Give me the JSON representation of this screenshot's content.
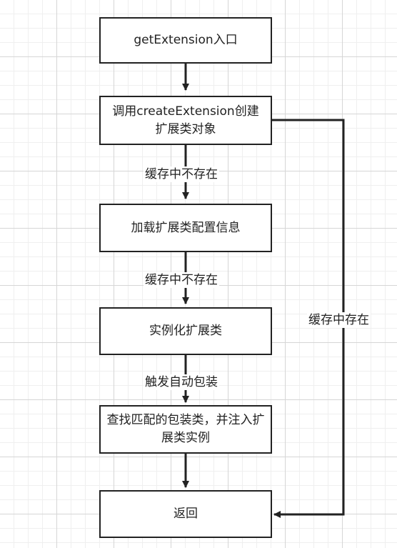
{
  "nodes": [
    {
      "id": "entry",
      "text": "getExtension入口"
    },
    {
      "id": "create",
      "text": "调用createExtension创建扩展类对象"
    },
    {
      "id": "load",
      "text": "加载扩展类配置信息"
    },
    {
      "id": "instantiate",
      "text": "实例化扩展类"
    },
    {
      "id": "wrap",
      "text": "查找匹配的包装类，并注入扩展类实例"
    },
    {
      "id": "return",
      "text": "返回"
    }
  ],
  "edges": [
    {
      "from": "entry",
      "to": "create",
      "label": ""
    },
    {
      "from": "create",
      "to": "load",
      "label": "缓存中不存在"
    },
    {
      "from": "load",
      "to": "instantiate",
      "label": "缓存中不存在"
    },
    {
      "from": "instantiate",
      "to": "wrap",
      "label": "触发自动包装"
    },
    {
      "from": "wrap",
      "to": "return",
      "label": ""
    },
    {
      "from": "create",
      "to": "return",
      "label": "缓存中存在"
    }
  ],
  "colors": {
    "stroke": "#222222",
    "grid": "#d6d6d6"
  }
}
